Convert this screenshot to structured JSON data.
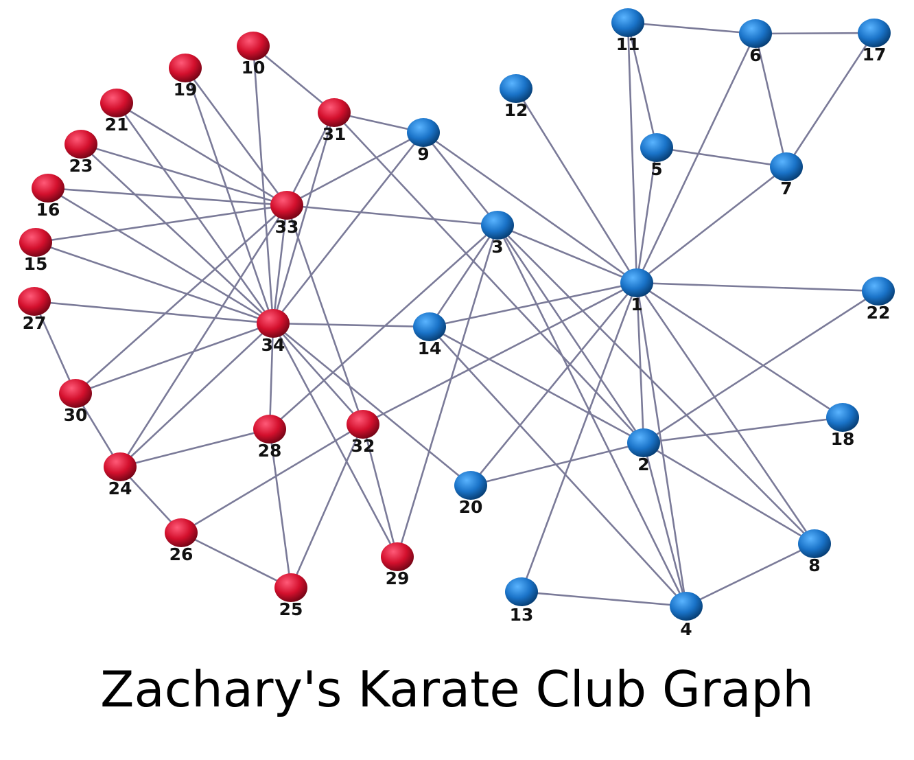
{
  "title": "Zachary's Karate Club Graph",
  "colors": {
    "edge": "#7a7a98",
    "group_blue": [
      "#5ab4ff",
      "#1a73c8",
      "#053a6e"
    ],
    "group_red": [
      "#ff5a78",
      "#d3102d",
      "#6e0414"
    ]
  },
  "nodes": [
    {
      "id": "1",
      "group": "blue"
    },
    {
      "id": "2",
      "group": "blue"
    },
    {
      "id": "3",
      "group": "blue"
    },
    {
      "id": "4",
      "group": "blue"
    },
    {
      "id": "5",
      "group": "blue"
    },
    {
      "id": "6",
      "group": "blue"
    },
    {
      "id": "7",
      "group": "blue"
    },
    {
      "id": "8",
      "group": "blue"
    },
    {
      "id": "9",
      "group": "blue"
    },
    {
      "id": "10",
      "group": "red"
    },
    {
      "id": "11",
      "group": "blue"
    },
    {
      "id": "12",
      "group": "blue"
    },
    {
      "id": "13",
      "group": "blue"
    },
    {
      "id": "14",
      "group": "blue"
    },
    {
      "id": "15",
      "group": "red"
    },
    {
      "id": "16",
      "group": "red"
    },
    {
      "id": "17",
      "group": "blue"
    },
    {
      "id": "18",
      "group": "blue"
    },
    {
      "id": "19",
      "group": "red"
    },
    {
      "id": "20",
      "group": "blue"
    },
    {
      "id": "21",
      "group": "red"
    },
    {
      "id": "22",
      "group": "blue"
    },
    {
      "id": "23",
      "group": "red"
    },
    {
      "id": "24",
      "group": "red"
    },
    {
      "id": "25",
      "group": "red"
    },
    {
      "id": "26",
      "group": "red"
    },
    {
      "id": "27",
      "group": "red"
    },
    {
      "id": "28",
      "group": "red"
    },
    {
      "id": "29",
      "group": "red"
    },
    {
      "id": "30",
      "group": "red"
    },
    {
      "id": "31",
      "group": "red"
    },
    {
      "id": "32",
      "group": "red"
    },
    {
      "id": "33",
      "group": "red"
    },
    {
      "id": "34",
      "group": "red"
    }
  ],
  "edges": [
    [
      "1",
      "2"
    ],
    [
      "1",
      "3"
    ],
    [
      "1",
      "4"
    ],
    [
      "1",
      "5"
    ],
    [
      "1",
      "6"
    ],
    [
      "1",
      "7"
    ],
    [
      "1",
      "8"
    ],
    [
      "1",
      "9"
    ],
    [
      "1",
      "11"
    ],
    [
      "1",
      "12"
    ],
    [
      "1",
      "13"
    ],
    [
      "1",
      "14"
    ],
    [
      "1",
      "18"
    ],
    [
      "1",
      "20"
    ],
    [
      "1",
      "22"
    ],
    [
      "1",
      "32"
    ],
    [
      "2",
      "3"
    ],
    [
      "2",
      "4"
    ],
    [
      "2",
      "8"
    ],
    [
      "2",
      "14"
    ],
    [
      "2",
      "18"
    ],
    [
      "2",
      "20"
    ],
    [
      "2",
      "22"
    ],
    [
      "2",
      "31"
    ],
    [
      "3",
      "4"
    ],
    [
      "3",
      "8"
    ],
    [
      "3",
      "9"
    ],
    [
      "3",
      "14"
    ],
    [
      "3",
      "28"
    ],
    [
      "3",
      "29"
    ],
    [
      "3",
      "33"
    ],
    [
      "4",
      "8"
    ],
    [
      "4",
      "13"
    ],
    [
      "4",
      "14"
    ],
    [
      "5",
      "7"
    ],
    [
      "5",
      "11"
    ],
    [
      "6",
      "7"
    ],
    [
      "6",
      "11"
    ],
    [
      "6",
      "17"
    ],
    [
      "7",
      "17"
    ],
    [
      "9",
      "31"
    ],
    [
      "9",
      "33"
    ],
    [
      "9",
      "34"
    ],
    [
      "10",
      "34"
    ],
    [
      "10",
      "31"
    ],
    [
      "14",
      "34"
    ],
    [
      "15",
      "33"
    ],
    [
      "15",
      "34"
    ],
    [
      "16",
      "33"
    ],
    [
      "16",
      "34"
    ],
    [
      "19",
      "33"
    ],
    [
      "19",
      "34"
    ],
    [
      "20",
      "34"
    ],
    [
      "21",
      "33"
    ],
    [
      "21",
      "34"
    ],
    [
      "23",
      "33"
    ],
    [
      "23",
      "34"
    ],
    [
      "24",
      "26"
    ],
    [
      "24",
      "28"
    ],
    [
      "24",
      "30"
    ],
    [
      "24",
      "33"
    ],
    [
      "24",
      "34"
    ],
    [
      "25",
      "26"
    ],
    [
      "25",
      "28"
    ],
    [
      "25",
      "32"
    ],
    [
      "26",
      "32"
    ],
    [
      "27",
      "30"
    ],
    [
      "27",
      "34"
    ],
    [
      "28",
      "34"
    ],
    [
      "29",
      "32"
    ],
    [
      "29",
      "34"
    ],
    [
      "30",
      "33"
    ],
    [
      "30",
      "34"
    ],
    [
      "31",
      "33"
    ],
    [
      "31",
      "34"
    ],
    [
      "32",
      "33"
    ],
    [
      "32",
      "34"
    ],
    [
      "33",
      "34"
    ]
  ]
}
